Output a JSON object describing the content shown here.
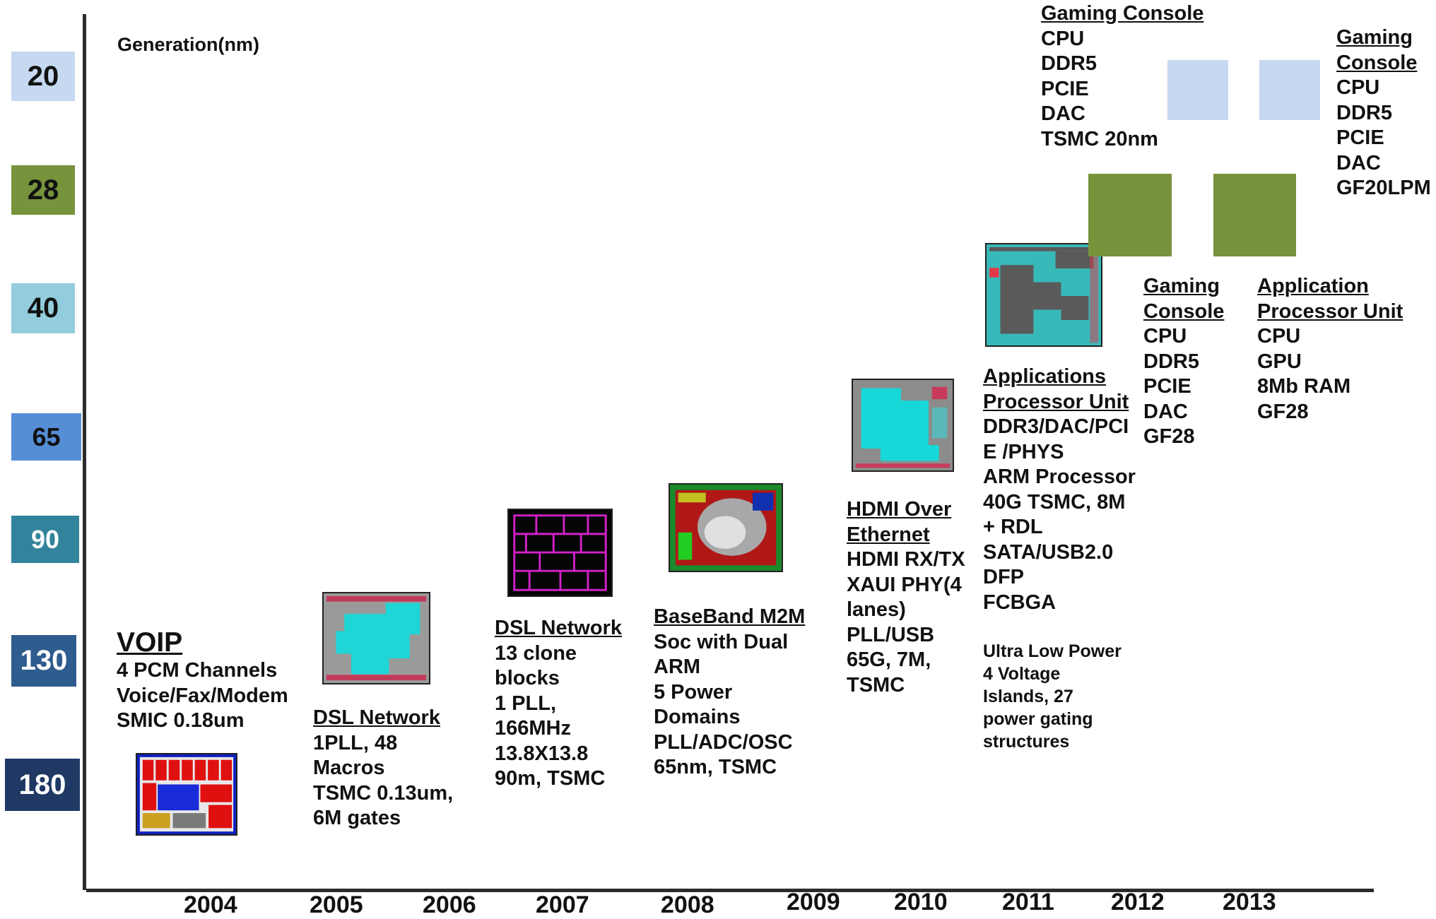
{
  "axis": {
    "y_title": "Generation(nm)",
    "generations": [
      {
        "label": "20",
        "color": "#c6d9f1",
        "text_color": "#111111"
      },
      {
        "label": "28",
        "color": "#77933c",
        "text_color": "#111111"
      },
      {
        "label": "40",
        "color": "#93cddd",
        "text_color": "#111111"
      },
      {
        "label": "65",
        "color": "#558ed5",
        "text_color": "#111111"
      },
      {
        "label": "90",
        "color": "#31849b",
        "text_color": "#ffffff"
      },
      {
        "label": "130",
        "color": "#2e5c8e",
        "text_color": "#ffffff"
      },
      {
        "label": "180",
        "color": "#1f3864",
        "text_color": "#ffffff"
      }
    ],
    "years": [
      "2004",
      "2005",
      "2006",
      "2007",
      "2008",
      "2009",
      "2010",
      "2011",
      "2012",
      "2013"
    ]
  },
  "projects": {
    "voip": {
      "title": "VOIP",
      "lines": [
        "4 PCM Channels",
        "Voice/Fax/Modem",
        "SMIC 0.18um"
      ]
    },
    "dsl2005": {
      "title": "DSL Network",
      "lines": [
        "1PLL, 48",
        "Macros",
        "TSMC 0.13um,",
        "6M gates"
      ]
    },
    "dsl2007": {
      "title": "DSL Network",
      "lines": [
        "13 clone",
        "blocks",
        "1 PLL,",
        "166MHz",
        "13.8X13.8",
        "90m, TSMC"
      ]
    },
    "baseband": {
      "title": "BaseBand M2M",
      "lines": [
        "Soc with Dual",
        "ARM",
        "5 Power",
        "Domains",
        "PLL/ADC/OSC",
        "65nm, TSMC"
      ]
    },
    "hdmi": {
      "title_lines": [
        "HDMI Over",
        "Ethernet"
      ],
      "lines": [
        "HDMI RX/TX",
        "XAUI PHY(4",
        "lanes)",
        "PLL/USB",
        "65G, 7M,",
        "TSMC"
      ]
    },
    "apu2011": {
      "title_lines": [
        "Applications",
        "Processor Unit"
      ],
      "lines": [
        "DDR3/DAC/PCI",
        "E /PHYS",
        "ARM Processor",
        "40G TSMC, 8M",
        "+ RDL",
        "SATA/USB2.0",
        "DFP",
        "FCBGA"
      ],
      "note_lines": [
        "Ultra Low Power",
        "4 Voltage",
        "Islands, 27",
        "power gating",
        "structures"
      ]
    },
    "gc2012_28": {
      "title_lines": [
        "Gaming",
        "Console"
      ],
      "lines": [
        "CPU",
        "DDR5",
        "PCIE",
        "DAC",
        "GF28"
      ]
    },
    "apu2013_28": {
      "title_lines": [
        "Application",
        "Processor Unit"
      ],
      "lines": [
        "CPU",
        "GPU",
        "8Mb RAM",
        "GF28"
      ]
    },
    "gc2012_20": {
      "title": "Gaming Console",
      "lines": [
        "CPU",
        "DDR5",
        "PCIE",
        "DAC",
        "TSMC 20nm"
      ]
    },
    "gc2013_20": {
      "title_lines": [
        "Gaming",
        "Console"
      ],
      "lines": [
        "CPU",
        "DDR5",
        "PCIE",
        "DAC",
        "GF20LPM"
      ]
    }
  },
  "colors": {
    "node_20": "#c6d9f1",
    "node_28": "#77933c"
  }
}
